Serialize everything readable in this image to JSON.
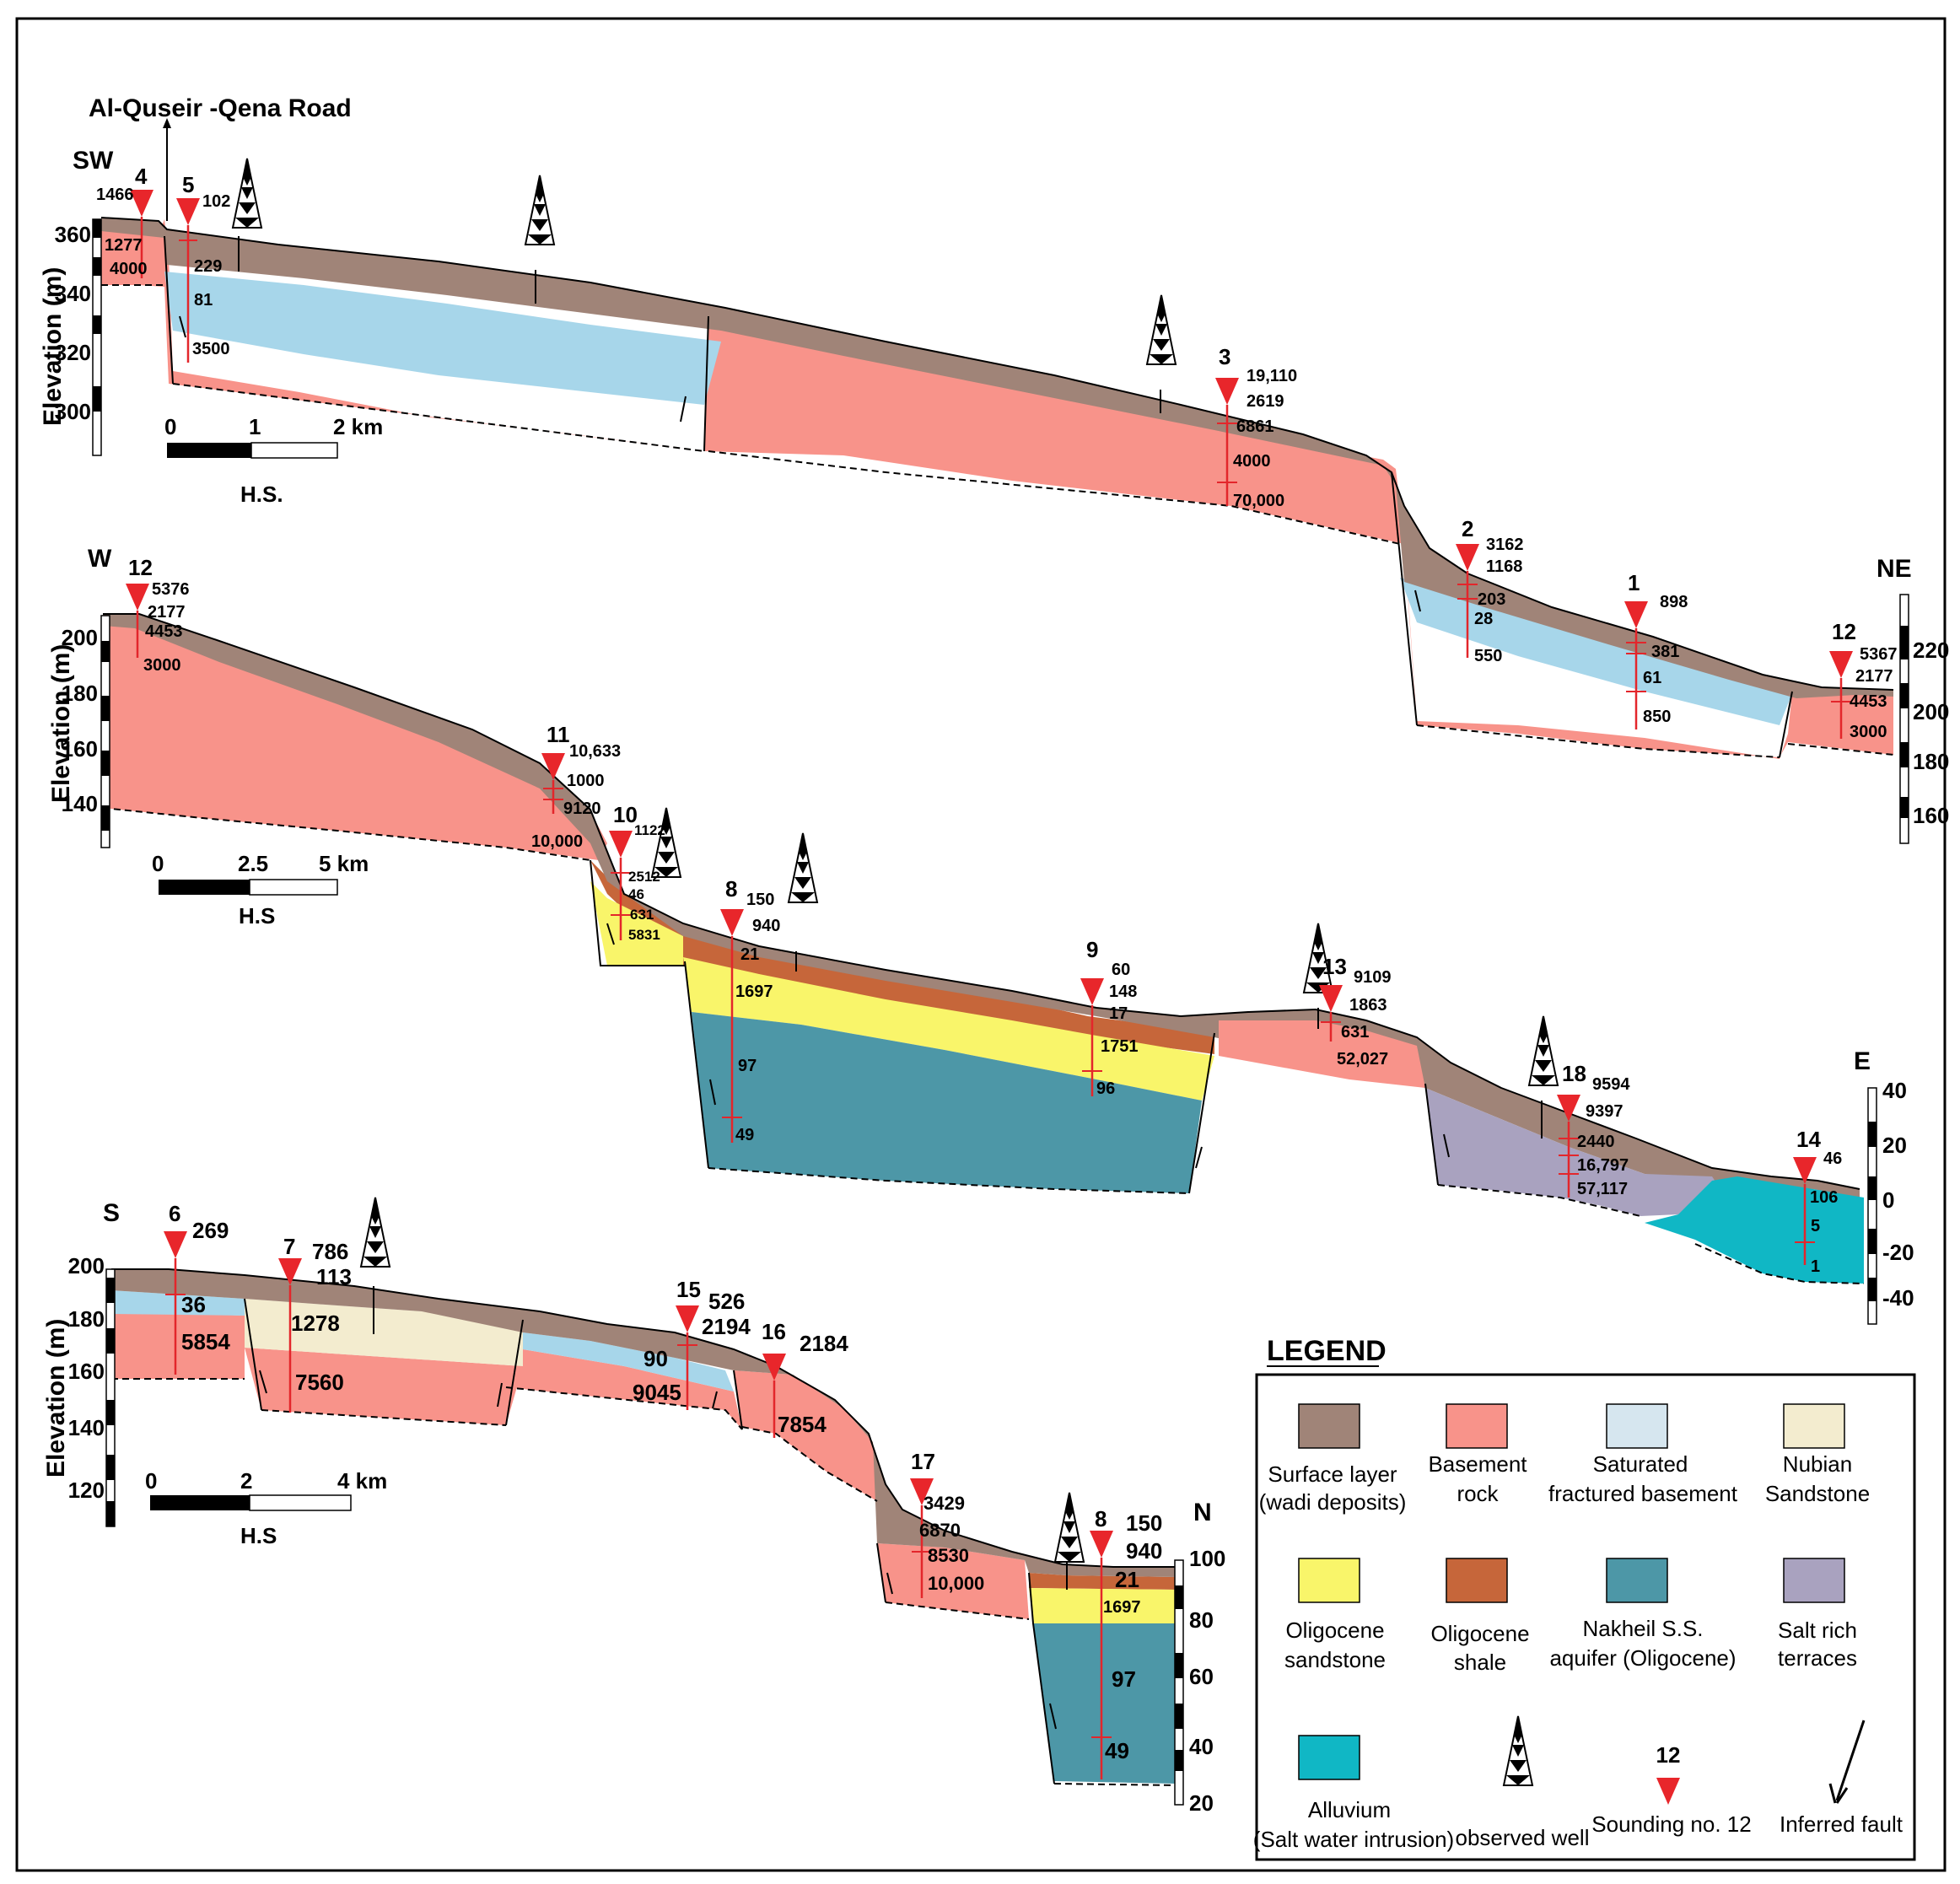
{
  "road_label": "Al-Quseir -Qena Road",
  "colors": {
    "surface": "#a08478",
    "basement": "#f8938a",
    "saturated": "#a7d6ea",
    "nubian": "#f3eccf",
    "olig_sand": "#f9f56a",
    "olig_shale": "#c6663a",
    "nakheil": "#4d97a7",
    "salt": "#a9a2bf",
    "alluvium": "#10b7c5",
    "sounding": "#e8262b",
    "probe": "#e3262b"
  },
  "sections": {
    "s1": {
      "dir_left": "SW",
      "dir_right": "NE",
      "ylabel": "Elevation (m)",
      "ticks_left": [
        "360",
        "340",
        "320",
        "300"
      ],
      "ticks_right": [
        "220",
        "200",
        "180",
        "160"
      ],
      "scale": {
        "t0": "0",
        "t1": "1",
        "t2": "2 km",
        "label": "H.S."
      },
      "soundings": [
        {
          "id": "4",
          "v": [
            "1466",
            "1277",
            "4000"
          ]
        },
        {
          "id": "5",
          "v": [
            "102",
            "229",
            "81",
            "3500"
          ]
        },
        {
          "id": "3",
          "v": [
            "19,110",
            "2619",
            "6861",
            "4000",
            "70,000"
          ]
        },
        {
          "id": "2",
          "v": [
            "3162",
            "1168",
            "203",
            "28",
            "550"
          ]
        },
        {
          "id": "1",
          "v": [
            "898",
            "381",
            "61",
            "850"
          ]
        },
        {
          "id": "12",
          "v": [
            "5367",
            "2177",
            "4453",
            "3000"
          ]
        }
      ]
    },
    "s2": {
      "dir_left": "W",
      "dir_right": "E",
      "ylabel": "Elevation (m)",
      "ticks_left": [
        "200",
        "180",
        "160",
        "140"
      ],
      "ticks_right": [
        "40",
        "20",
        "0",
        "-20",
        "-40"
      ],
      "scale": {
        "t0": "0",
        "t1": "2.5",
        "t2": "5 km",
        "label": "H.S"
      },
      "soundings": [
        {
          "id": "12",
          "v": [
            "5376",
            "2177",
            "4453",
            "3000"
          ]
        },
        {
          "id": "11",
          "v": [
            "10,633",
            "1000",
            "9120",
            "10,000"
          ]
        },
        {
          "id": "10",
          "v": [
            "1122",
            "2512",
            "46",
            "631",
            "5831"
          ]
        },
        {
          "id": "8",
          "v": [
            "150",
            "940",
            "21",
            "1697",
            "97",
            "49"
          ]
        },
        {
          "id": "9",
          "v": [
            "60",
            "148",
            "17",
            "1751",
            "96"
          ]
        },
        {
          "id": "13",
          "v": [
            "9109",
            "1863",
            "631",
            "52,027"
          ]
        },
        {
          "id": "18",
          "v": [
            "9594",
            "9397",
            "2440",
            "16,797",
            "57,117"
          ]
        },
        {
          "id": "14",
          "v": [
            "46",
            "106",
            "5",
            "1"
          ]
        }
      ]
    },
    "s3": {
      "dir_left": "S",
      "dir_right": "N",
      "ylabel": "Elevation (m)",
      "ticks_left": [
        "200",
        "180",
        "160",
        "140",
        "120"
      ],
      "ticks_right": [
        "100",
        "80",
        "60",
        "40",
        "20"
      ],
      "scale": {
        "t0": "0",
        "t1": "2",
        "t2": "4 km",
        "label": "H.S"
      },
      "soundings": [
        {
          "id": "6",
          "v": [
            "269",
            "36",
            "5854"
          ]
        },
        {
          "id": "7",
          "v": [
            "786",
            "113",
            "1278",
            "7560"
          ]
        },
        {
          "id": "15",
          "v": [
            "526",
            "2194",
            "90",
            "9045"
          ]
        },
        {
          "id": "16",
          "v": [
            "2184",
            "7854"
          ]
        },
        {
          "id": "17",
          "v": [
            "3429",
            "6870",
            "8530",
            "10,000"
          ]
        },
        {
          "id": "8",
          "v": [
            "150",
            "940",
            "21",
            "1697",
            "97",
            "49"
          ]
        }
      ]
    }
  },
  "legend": {
    "title": "LEGEND",
    "items": [
      {
        "l1": "Surface layer",
        "l2": "(wadi deposits)"
      },
      {
        "l1": "Basement",
        "l2": "rock"
      },
      {
        "l1": "Saturated",
        "l2": "fractured basement"
      },
      {
        "l1": "Nubian",
        "l2": "Sandstone"
      },
      {
        "l1": "Oligocene",
        "l2": "sandstone"
      },
      {
        "l1": "Oligocene",
        "l2": "shale"
      },
      {
        "l1": "Nakheil S.S.",
        "l2": "aquifer (Oligocene)"
      },
      {
        "l1": "Salt rich",
        "l2": "terraces"
      },
      {
        "l1": "Alluvium",
        "l2": "(Salt water intrusion)"
      },
      {
        "l1": "observed well",
        "l2": ""
      },
      {
        "l1": "Sounding no. 12",
        "l2": "",
        "num": "12"
      },
      {
        "l1": "Inferred fault",
        "l2": ""
      }
    ]
  }
}
